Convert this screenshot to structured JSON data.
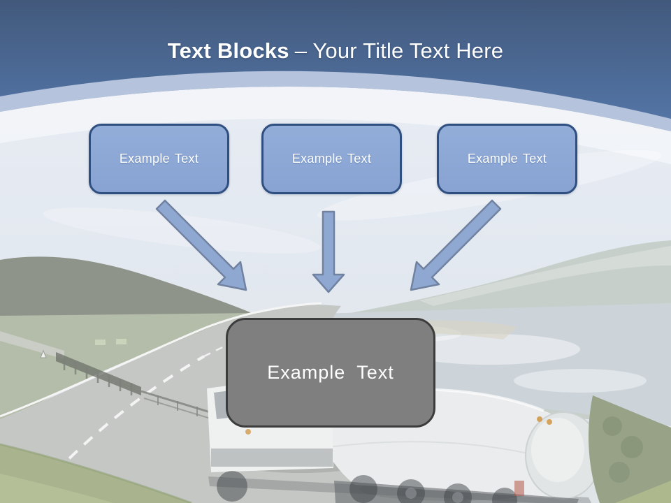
{
  "title": {
    "bold": "Text Blocks",
    "regular": "– Your Title Text Here"
  },
  "top_blocks": [
    {
      "label": "Example Text"
    },
    {
      "label": "Example Text"
    },
    {
      "label": "Example Text"
    }
  ],
  "center_block": {
    "label": "Example Text"
  },
  "icons": {
    "arrows": [
      "arrow-down-right-icon",
      "arrow-down-icon",
      "arrow-down-left-icon"
    ]
  },
  "colors": {
    "header_gradient_top": "#42597c",
    "header_gradient_bottom": "#5f82b5",
    "arc_band": "#b5c3dc",
    "photo_sky": "#e7ecf4",
    "block_fill": "#8ca7d6",
    "block_border": "#2f4f80",
    "block_text": "#ffffff",
    "arrow_fill": "#8fa8d2",
    "arrow_border": "#7082a0",
    "center_fill": "#7f7f7f",
    "center_border": "#3c3c3c",
    "center_text": "#ffffff",
    "title_text": "#ffffff"
  }
}
